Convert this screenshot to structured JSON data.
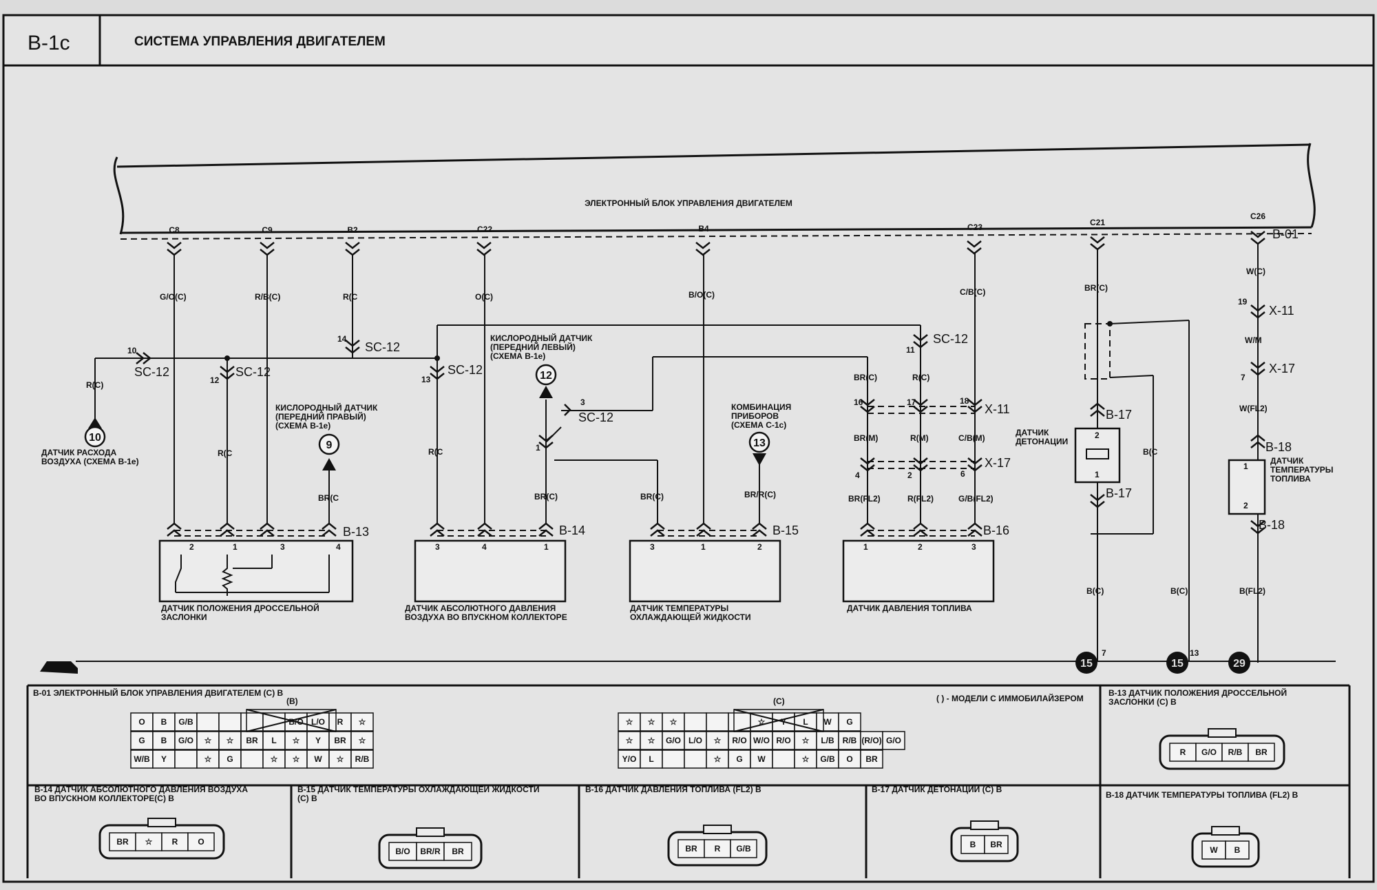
{
  "header": {
    "code": "B-1c",
    "title": "СИСТЕМА УПРАВЛЕНИЯ ДВИГАТЕЛЕМ"
  },
  "ecu": {
    "label": "ЭЛЕКТРОННЫЙ БЛОК УПРАВЛЕНИЯ ДВИГАТЕЛЕМ",
    "connector": "B-01",
    "pins": [
      "C8",
      "C9",
      "B2",
      "C22",
      "B4",
      "C23",
      "C21",
      "C26"
    ]
  },
  "wires": {
    "c8": "G/O(C)",
    "c9": "R/B(C)",
    "b2": "R(C",
    "c22": "O(C)",
    "b4": "B/O(C)",
    "c23": "C/B(C)",
    "c21": "BR(C)",
    "c26": "W(C)",
    "maf": "R(C)",
    "tps_mid": "R(C",
    "o2r": "BR(C",
    "map_left": "R(C",
    "o2l": "BR(C)",
    "ect": "BR(C)",
    "ic": "BR/R(C)",
    "fp1_top": "BR(C)",
    "fp2_top": "R(C)",
    "fp1_mid": "BR(M)",
    "fp2_mid": "R(M)",
    "fp3_mid": "C/B(M)",
    "fp1_bot": "BR(FL2)",
    "fp2_bot": "R(FL2)",
    "fp3_bot": "G/B(FL2)",
    "ks_ret": "B(C",
    "ks_gnd": "B(C)",
    "ks_gnd2": "B(C)",
    "fts_mid": "W/M",
    "fts_low": "W(FL2)",
    "fts_gnd": "B(FL2)"
  },
  "splices": {
    "sc12": "SC-12",
    "x11": "X-11",
    "x17": "X-17",
    "b13": "B-13",
    "b14": "B-14",
    "b15": "B-15",
    "b16": "B-16",
    "b17": "B-17",
    "b18": "B-18"
  },
  "pinnums": {
    "n10": "10",
    "n12": "12",
    "n14": "14",
    "n13": "13",
    "n3": "3",
    "n1": "1",
    "n11": "11",
    "n16": "16",
    "n17": "17",
    "n18": "18",
    "n4": "4",
    "n2": "2",
    "n6": "6",
    "n19": "19",
    "n7": "7",
    "n13b": "13"
  },
  "refs": {
    "maf_num": "10",
    "maf_label": [
      "ДАТЧИК РАСХОДА",
      "ВОЗДУХА (СХЕМА B-1e)"
    ],
    "o2r_num": "9",
    "o2r_label": [
      "КИСЛОРОДНЫЙ ДАТЧИК",
      "(ПЕРЕДНИЙ ПРАВЫЙ)",
      "(СХЕМА B-1e)"
    ],
    "o2l_num": "12",
    "o2l_label": [
      "КИСЛОРОДНЫЙ ДАТЧИК",
      "(ПЕРЕДНИЙ ЛЕВЫЙ)",
      "(СХЕМА B-1e)"
    ],
    "ic_num": "13",
    "ic_label": [
      "КОМБИНАЦИЯ",
      "ПРИБОРОВ",
      "(СХЕМА C-1c)"
    ]
  },
  "components": {
    "tps": [
      "ДАТЧИК ПОЛОЖЕНИЯ ДРОССЕЛЬНОЙ",
      "ЗАСЛОНКИ"
    ],
    "map": [
      "ДАТЧИК АБСОЛЮТНОГО ДАВЛЕНИЯ",
      "ВОЗДУХА ВО ВПУСКНОМ КОЛЛЕКТОРЕ"
    ],
    "ect": [
      "ДАТЧИК ТЕМПЕРАТУРЫ",
      "ОХЛАЖДАЮЩЕЙ ЖИДКОСТИ"
    ],
    "fps": "ДАТЧИК ДАВЛЕНИЯ ТОПЛИВА",
    "ks": [
      "ДАТЧИК",
      "ДЕТОНАЦИИ"
    ],
    "fts": [
      "ДАТЧИК",
      "ТЕМПЕРАТУРЫ",
      "ТОПЛИВА"
    ]
  },
  "pin_labels": {
    "tps": [
      "2",
      "1",
      "3",
      "4"
    ],
    "map": [
      "3",
      "4",
      "1"
    ],
    "ect": [
      "3",
      "1",
      "2"
    ],
    "fps": [
      "1",
      "2",
      "3"
    ],
    "ks": [
      "2",
      "1"
    ],
    "fts": [
      "1",
      "2"
    ]
  },
  "grounds": [
    "15",
    "15",
    "29"
  ],
  "ground_pins": [
    "7",
    "13"
  ],
  "legend": {
    "b01_title": "B-01 ЭЛЕКТРОННЫЙ БЛОК УПРАВЛЕНИЯ ДВИГАТЕЛЕМ (C) B",
    "b01_left_tag": "(B)",
    "b01_right_tag": "(C)",
    "immo_note": "( ) - МОДЕЛИ С ИММОБИЛАЙЗЕРОМ",
    "b01_left_top": [
      "O",
      "B",
      "G/B",
      "",
      "",
      "",
      "",
      "B/O",
      "L/O",
      "R",
      "☆"
    ],
    "b01_left_mid": [
      "G",
      "B",
      "G/O",
      "☆",
      "☆",
      "BR",
      "L",
      "☆",
      "Y",
      "BR",
      "☆"
    ],
    "b01_left_bot": [
      "W/B",
      "Y",
      "",
      "☆",
      "G",
      "",
      "☆",
      "☆",
      "W",
      "☆",
      "R/B"
    ],
    "b01_right_top": [
      "☆",
      "☆",
      "☆",
      "",
      "",
      "",
      "☆",
      "Y",
      "L",
      "W",
      "G"
    ],
    "b01_right_mid": [
      "☆",
      "☆",
      "G/O",
      "L/O",
      "☆",
      "R/O",
      "W/O",
      "R/O",
      "☆",
      "L/B",
      "R/B"
    ],
    "b01_right_extra": [
      "(R/O)",
      "G/O"
    ],
    "b01_right_bot": [
      "Y/O",
      "L",
      "",
      "",
      "☆",
      "G",
      "W",
      "",
      "☆",
      "G/B",
      "O"
    ],
    "b01_right_bot_extra": "BR",
    "b13_title": [
      "B-13 ДАТЧИК ПОЛОЖЕНИЯ ДРОССЕЛЬНОЙ",
      "ЗАСЛОНКИ (C) B"
    ],
    "b13_pins": [
      "R",
      "G/O",
      "R/B",
      "BR"
    ],
    "b14_title": [
      "B-14 ДАТЧИК АБСОЛЮТНОГО ДАВЛЕНИЯ ВОЗДУХА",
      "ВО ВПУСКНОМ КОЛЛЕКТОРЕ(C) B"
    ],
    "b14_pins": [
      "BR",
      "☆",
      "R",
      "O"
    ],
    "b15_title": [
      "B-15 ДАТЧИК ТЕМПЕРАТУРЫ ОХЛАЖДАЮЩЕЙ ЖИДКОСТИ",
      "(C) B"
    ],
    "b15_pins": [
      "B/O",
      "BR/R",
      "BR"
    ],
    "b16_title": "B-16 ДАТЧИК ДАВЛЕНИЯ ТОПЛИВА (FL2) B",
    "b16_pins": [
      "BR",
      "R",
      "G/B"
    ],
    "b17_title": "B-17 ДАТЧИК ДЕТОНАЦИИ (C) B",
    "b17_pins": [
      "B",
      "BR"
    ],
    "b18_title": "B-18 ДАТЧИК ТЕМПЕРАТУРЫ ТОПЛИВА (FL2) B",
    "b18_pins": [
      "W",
      "B"
    ]
  }
}
